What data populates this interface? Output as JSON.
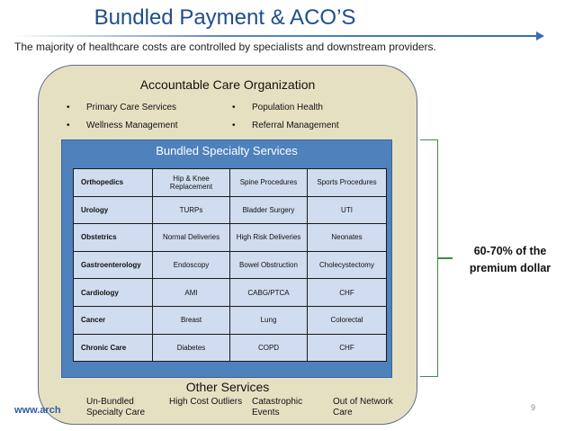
{
  "title": "Bundled Payment & ACO’S",
  "subtitle": "The majority of healthcare costs are controlled by specialists and downstream providers.",
  "aco": {
    "title": "Accountable Care Organization",
    "items": [
      "Primary Care Services",
      "Population Health",
      "Wellness Management",
      "Referral Management"
    ]
  },
  "bundled": {
    "title": "Bundled Specialty Services",
    "rows": [
      [
        "Orthopedics",
        "Hip & Knee Replacement",
        "Spine Procedures",
        "Sports Procedures"
      ],
      [
        "Urology",
        "TURPs",
        "Bladder Surgery",
        "UTI"
      ],
      [
        "Obstetrics",
        "Normal Deliveries",
        "High Risk Deliveries",
        "Neonates"
      ],
      [
        "Gastroenterology",
        "Endoscopy",
        "Bowel Obstruction",
        "Cholecystectomy"
      ],
      [
        "Cardiology",
        "AMI",
        "CABG/PTCA",
        "CHF"
      ],
      [
        "Cancer",
        "Breast",
        "Lung",
        "Colorectal"
      ],
      [
        "Chronic Care",
        "Diabetes",
        "COPD",
        "CHF"
      ]
    ]
  },
  "other": {
    "title": "Other Services",
    "items": [
      "Un-Bundled Specialty Care",
      "High Cost Outliers",
      "Catastrophic Events",
      "Out of Network Care"
    ]
  },
  "callout": {
    "line1": "60-70% of the",
    "line2": "premium dollar"
  },
  "footer": {
    "website": "www.arch",
    "page_number": "9"
  },
  "colors": {
    "title": "#1f4e8c",
    "aco_fill": "#e6e0c3",
    "bundled_fill": "#4f81bd",
    "table_fill": "#d0dcef",
    "bracket": "#3f8c45"
  }
}
